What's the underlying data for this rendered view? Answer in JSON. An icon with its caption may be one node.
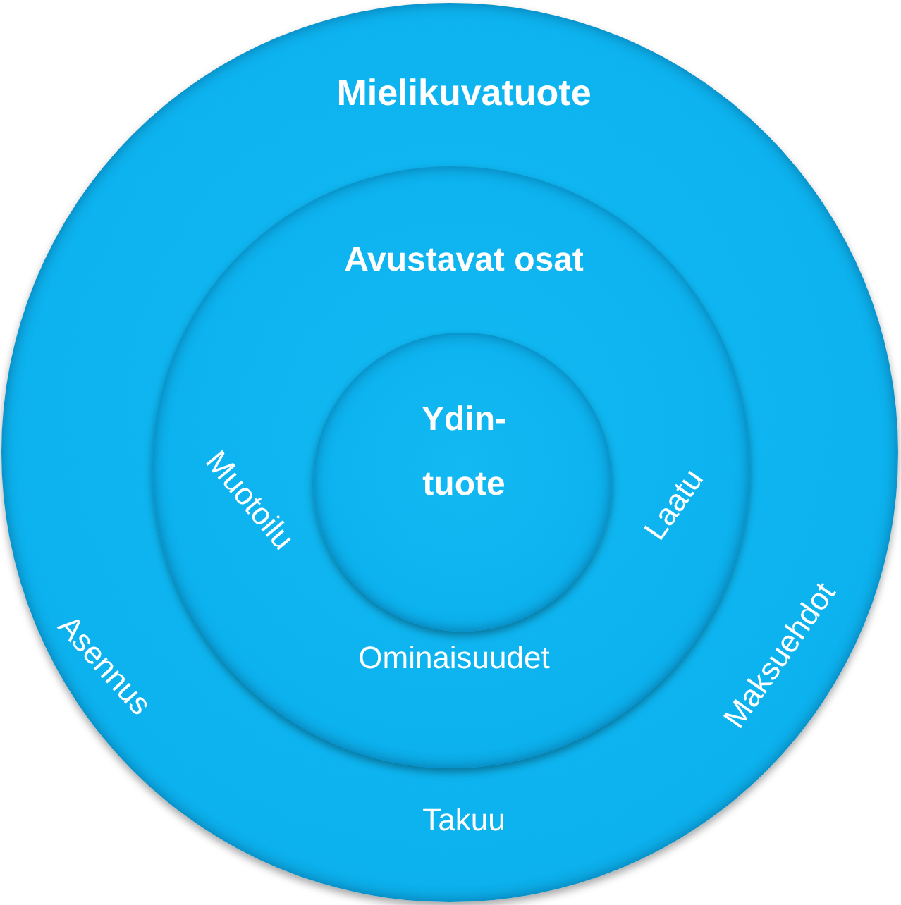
{
  "diagram": {
    "nodes": [
      {
        "text": [
          "Mielikuvatuote",
          "Asennus",
          "Maksuehdot",
          "Takuu"
        ]
      },
      {
        "text": [
          "Avustavat osat",
          "Muotoilu",
          "Laatu",
          "Ominaisuudet"
        ],
        "in": 0
      },
      {
        "text": [
          "Ydin- tuote"
        ],
        "in": 1
      }
    ]
  }
}
